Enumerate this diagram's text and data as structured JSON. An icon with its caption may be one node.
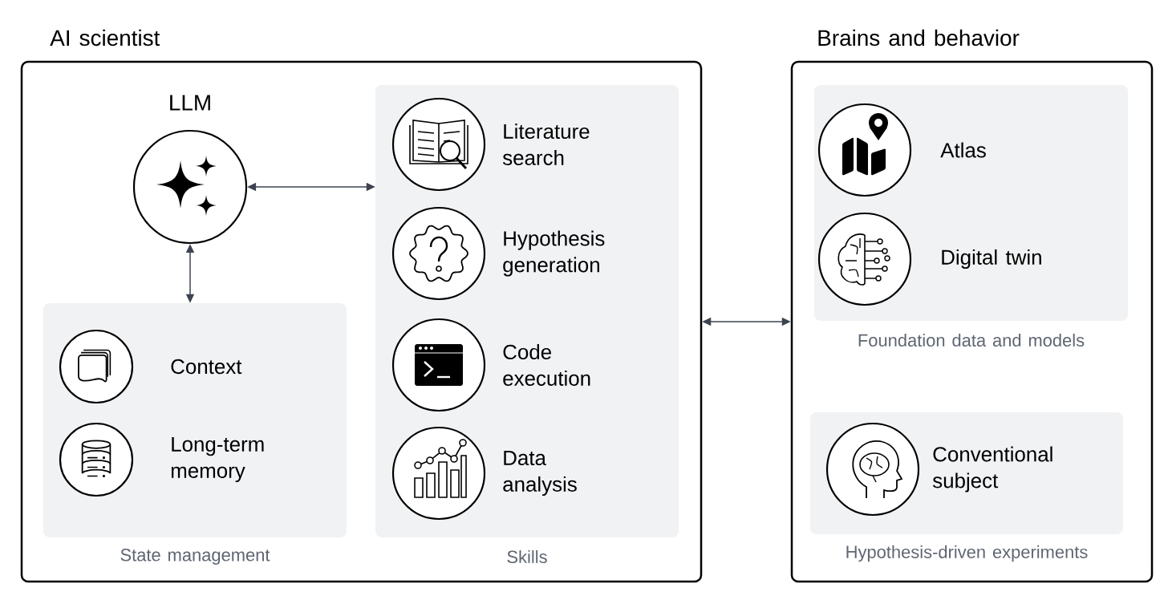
{
  "diagram": {
    "nodes": [
      {
        "text": [
          "AI scientist"
        ]
      },
      {
        "text": [
          "LLM"
        ],
        "in": 0
      },
      {
        "text": [
          "State management"
        ],
        "in": 0
      },
      {
        "text": [
          "Context"
        ],
        "in": 2
      },
      {
        "text": [
          "Long-term memory"
        ],
        "in": 2
      },
      {
        "text": [
          "Skills"
        ],
        "in": 0
      },
      {
        "text": [
          "Literature search"
        ],
        "in": 5
      },
      {
        "text": [
          "Hypothesis generation"
        ],
        "in": 5
      },
      {
        "text": [
          "Code execution"
        ],
        "in": 5
      },
      {
        "text": [
          "Data analysis"
        ],
        "in": 5
      },
      {
        "text": [
          "Brains and behavior"
        ]
      },
      {
        "text": [
          "Foundation data and models"
        ],
        "in": 10
      },
      {
        "text": [
          "Atlas"
        ],
        "in": 11
      },
      {
        "text": [
          "Digital twin"
        ],
        "in": 11
      },
      {
        "text": [
          "Hypothesis-driven experiments"
        ],
        "in": 10
      },
      {
        "text": [
          "Conventional subject"
        ],
        "in": 14
      }
    ],
    "edges": [
      {
        "from": 1,
        "to": 5,
        "arrow": "both"
      },
      {
        "from": 1,
        "to": 2,
        "arrow": "both"
      },
      {
        "from": 0,
        "to": 10,
        "arrow": "both"
      }
    ]
  }
}
